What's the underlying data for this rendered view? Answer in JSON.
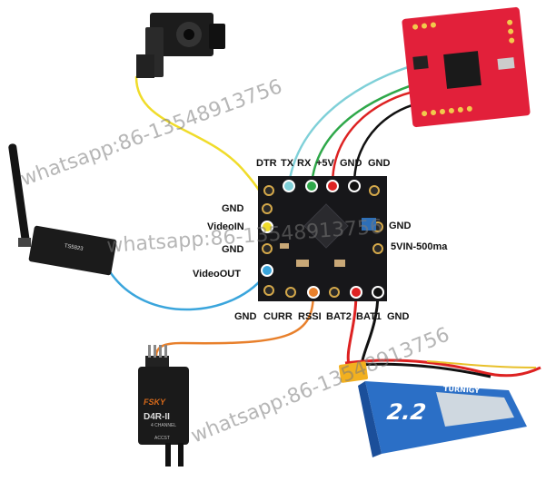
{
  "board": {
    "top_labels": [
      "DTR",
      "TX",
      "RX",
      "+5V",
      "GND",
      "GND"
    ],
    "left_labels": [
      "GND",
      "VideoIN",
      "GND",
      "VideoOUT"
    ],
    "right_labels": [
      "GND",
      "5VIN-500ma"
    ],
    "bottom_labels": [
      "GND",
      "CURR",
      "RSSI",
      "BAT2",
      "BAT1",
      "GND"
    ]
  },
  "watermarks": [
    "whatsapp:86-13548913756",
    "whatsapp:86-13548913756",
    "whatsapp:86-13548913756"
  ],
  "devices": {
    "receiver_brand": "FSKY",
    "receiver_model": "D4R-II",
    "receiver_channel": "4 CHANNEL",
    "receiver_tech": "ACCST",
    "battery_capacity": "2.2",
    "battery_brand": "TURNIGY",
    "transmitter_model": "TS5823"
  },
  "colors": {
    "pcb": "#17171a",
    "yellow_wire": "#f0dc2a",
    "blue_wire": "#3aa5dc",
    "cyan_wire": "#7fd0d8",
    "green_wire": "#2fa84a",
    "red_wire": "#dd2222",
    "black_wire": "#111111",
    "orange_wire": "#e8802c",
    "fc_board": "#e2203a",
    "battery_blue": "#2b6fc6"
  }
}
